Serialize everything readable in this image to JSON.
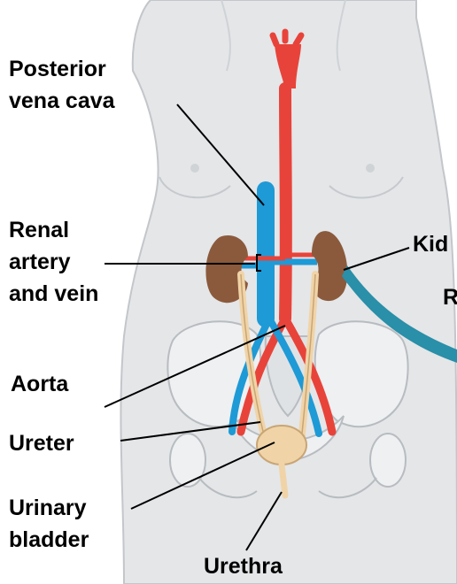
{
  "labels": {
    "posterior_vena_cava": [
      "Posterior",
      "vena cava"
    ],
    "renal_artery_vein": [
      "Renal",
      "artery",
      "and vein"
    ],
    "aorta": "Aorta",
    "ureter": "Ureter",
    "urinary_bladder": [
      "Urinary",
      "bladder"
    ],
    "urethra": "Urethra",
    "kidney_partial": "Kid",
    "cut_off_label": "R"
  },
  "colors": {
    "body": "#e4e6e8",
    "body_outline": "#c3c6ca",
    "aorta": "#e8433a",
    "vena_cava": "#1e9ad6",
    "kidney": "#8b5a3c",
    "ureter": "#f0d4a8",
    "bone": "#eef0f2",
    "teal_band": "#2a8fa8"
  }
}
